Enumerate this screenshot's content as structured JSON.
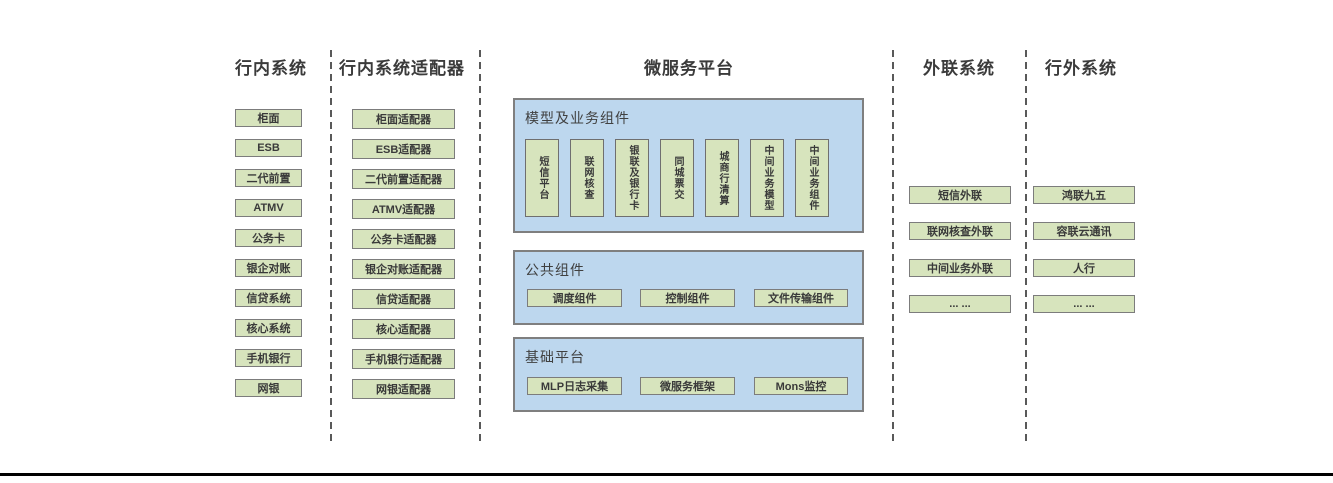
{
  "diagram": {
    "lanes": {
      "internal": {
        "title": "行内系统",
        "items": [
          "柜面",
          "ESB",
          "二代前置",
          "ATMV",
          "公务卡",
          "银企对账",
          "信贷系统",
          "核心系统",
          "手机银行",
          "网银"
        ]
      },
      "adapters": {
        "title": "行内系统适配器",
        "items": [
          "柜面适配器",
          "ESB适配器",
          "二代前置适配器",
          "ATMV适配器",
          "公务卡适配器",
          "银企对账适配器",
          "信贷适配器",
          "核心适配器",
          "手机银行适配器",
          "网银适配器"
        ]
      },
      "platform": {
        "title": "微服务平台"
      },
      "outreach": {
        "title": "外联系统",
        "items": [
          "短信外联",
          "联网核查外联",
          "中间业务外联",
          "... ..."
        ]
      },
      "external": {
        "title": "行外系统",
        "items": [
          "鸿联九五",
          "容联云通讯",
          "人行",
          "... ..."
        ]
      }
    },
    "platform_groups": {
      "model": {
        "title": "模型及业务组件",
        "items": [
          "短信平台",
          "联网核查",
          "银联及银行卡",
          "同城票交",
          "城商行清算",
          "中间业务模型",
          "中间业务组件"
        ]
      },
      "common": {
        "title": "公共组件",
        "items": [
          "调度组件",
          "控制组件",
          "文件传输组件"
        ]
      },
      "base": {
        "title": "基础平台",
        "items": [
          "MLP日志采集",
          "微服务框架",
          "Mons监控"
        ]
      }
    },
    "colors": {
      "box_green": "#d7e4bd",
      "panel_blue": "#bdd7ee",
      "box_border": "#7c7c7c",
      "divider_gray": "#595959",
      "title_text": "#3b3b3b",
      "bottom_rule": "#000000"
    }
  }
}
